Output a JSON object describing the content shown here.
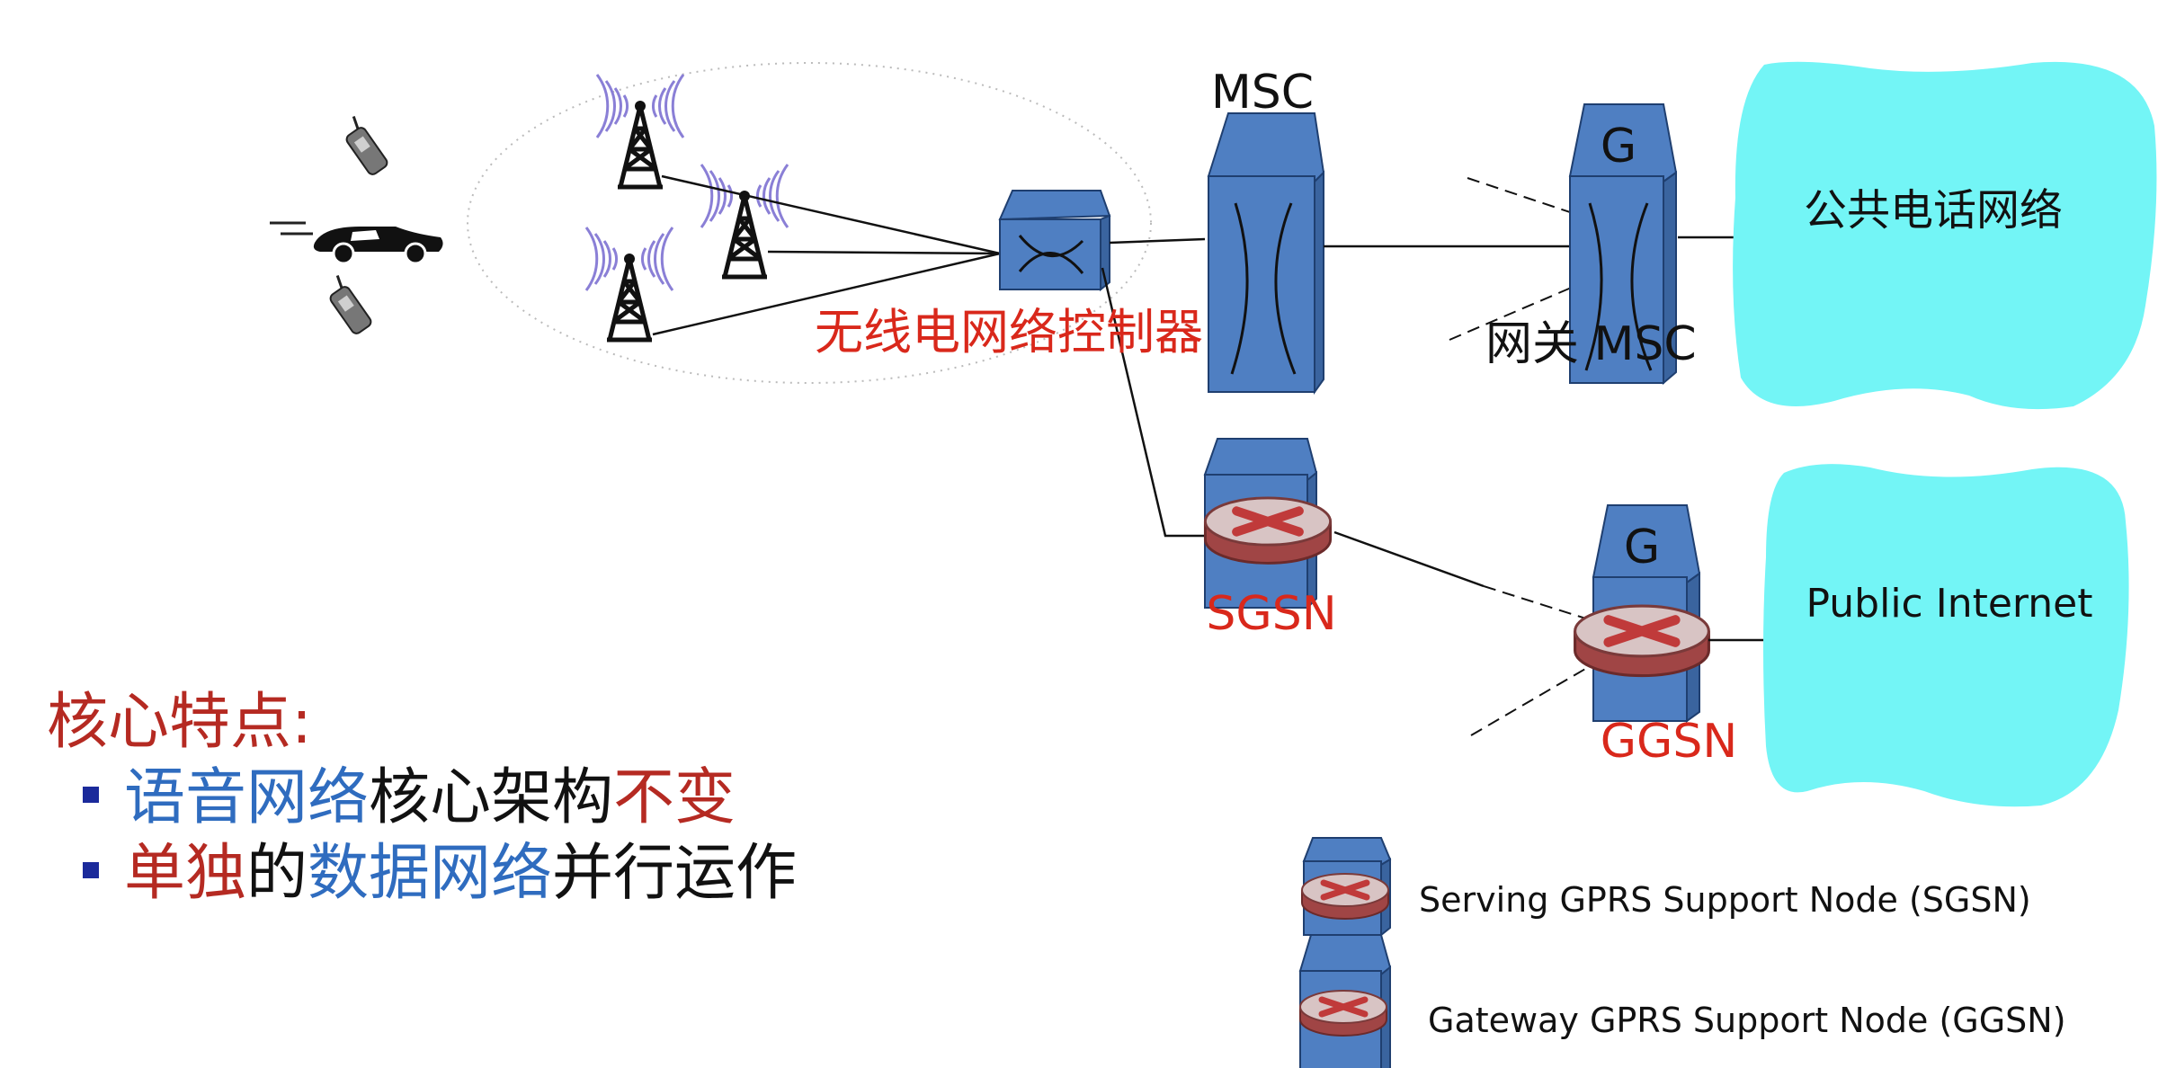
{
  "labels": {
    "msc": "MSC",
    "gmsc_g": "G",
    "gateway_msc": "网关 MSC",
    "rnc": "无线电网络控制器",
    "sgsn": "SGSN",
    "ggsn_g": "G",
    "ggsn": "GGSN",
    "pstn": "公共电话网络",
    "internet": "Public Internet"
  },
  "legend": {
    "sgsn": "Serving GPRS Support Node (SGSN)",
    "ggsn": "Gateway GPRS Support Node (GGSN)"
  },
  "features": {
    "heading": "核心特点:",
    "item1": {
      "part1": "语音网络",
      "part2": "核心架构",
      "part3": "不变"
    },
    "item2": {
      "part1": "单独",
      "part2": "的",
      "part3": "数据网络",
      "part4": "并行运作"
    }
  },
  "colors": {
    "building": "#4f7fc2",
    "cloud": "#73f5f6",
    "router": "#c9b1b1",
    "red_text": "#d9281b",
    "heading_red": "#b52a22",
    "blue_text": "#2f6cbf"
  }
}
